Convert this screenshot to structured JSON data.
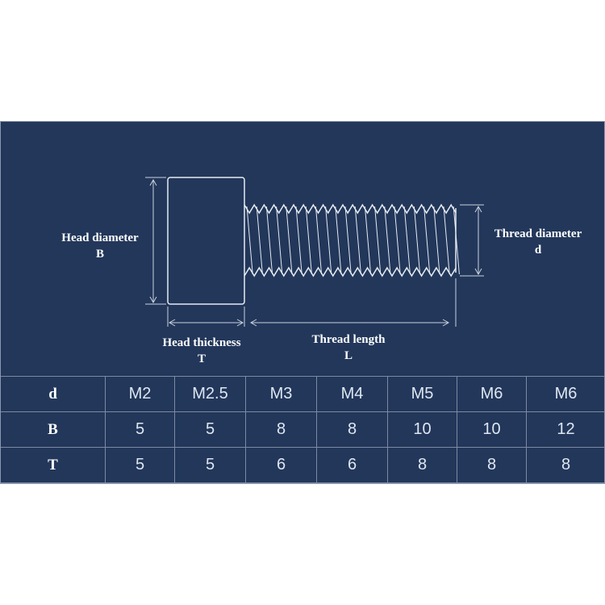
{
  "labels": {
    "head_diameter": "Head diameter",
    "head_diameter_symbol": "B",
    "thread_diameter": "Thread diameter",
    "thread_diameter_symbol": "d",
    "head_thickness": "Head thickness",
    "head_thickness_symbol": "T",
    "thread_length": "Thread length",
    "thread_length_symbol": "L"
  },
  "table": {
    "rows": [
      {
        "header": "d",
        "cells": [
          "M2",
          "M2.5",
          "M3",
          "M4",
          "M5",
          "M6",
          "M6"
        ]
      },
      {
        "header": "B",
        "cells": [
          "5",
          "5",
          "8",
          "8",
          "10",
          "10",
          "12"
        ]
      },
      {
        "header": "T",
        "cells": [
          "5",
          "5",
          "6",
          "6",
          "8",
          "8",
          "8"
        ]
      }
    ]
  },
  "colors": {
    "background": "#22375a",
    "lines": "#e6ebf2",
    "text": "#ffffff"
  },
  "icons": {
    "screw_drawing": "socket-head-cap-screw-icon"
  }
}
